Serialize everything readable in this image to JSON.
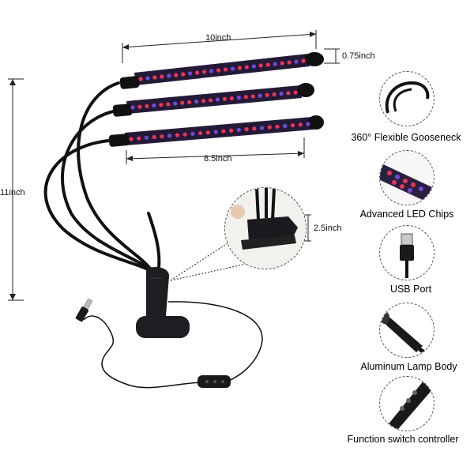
{
  "dimensions": {
    "length_top": "10inch",
    "diameter": "0.75inch",
    "length_bottom": "8.5inch",
    "height": "11inch",
    "clip": "2.5inch"
  },
  "features": [
    {
      "label": "360° Flexible Gooseneck",
      "icon": "gooseneck-icon"
    },
    {
      "label": "Advanced LED Chips",
      "icon": "led-chips-icon"
    },
    {
      "label": "USB Port",
      "icon": "usb-port-icon"
    },
    {
      "label": "Aluminum Lamp Body",
      "icon": "lamp-body-icon"
    },
    {
      "label": "Function switch controller",
      "icon": "controller-icon"
    }
  ],
  "colors": {
    "led_red": "#e8365a",
    "led_blue": "#6f4bd8",
    "light_bar": "#241a38",
    "cable": "#111111"
  }
}
